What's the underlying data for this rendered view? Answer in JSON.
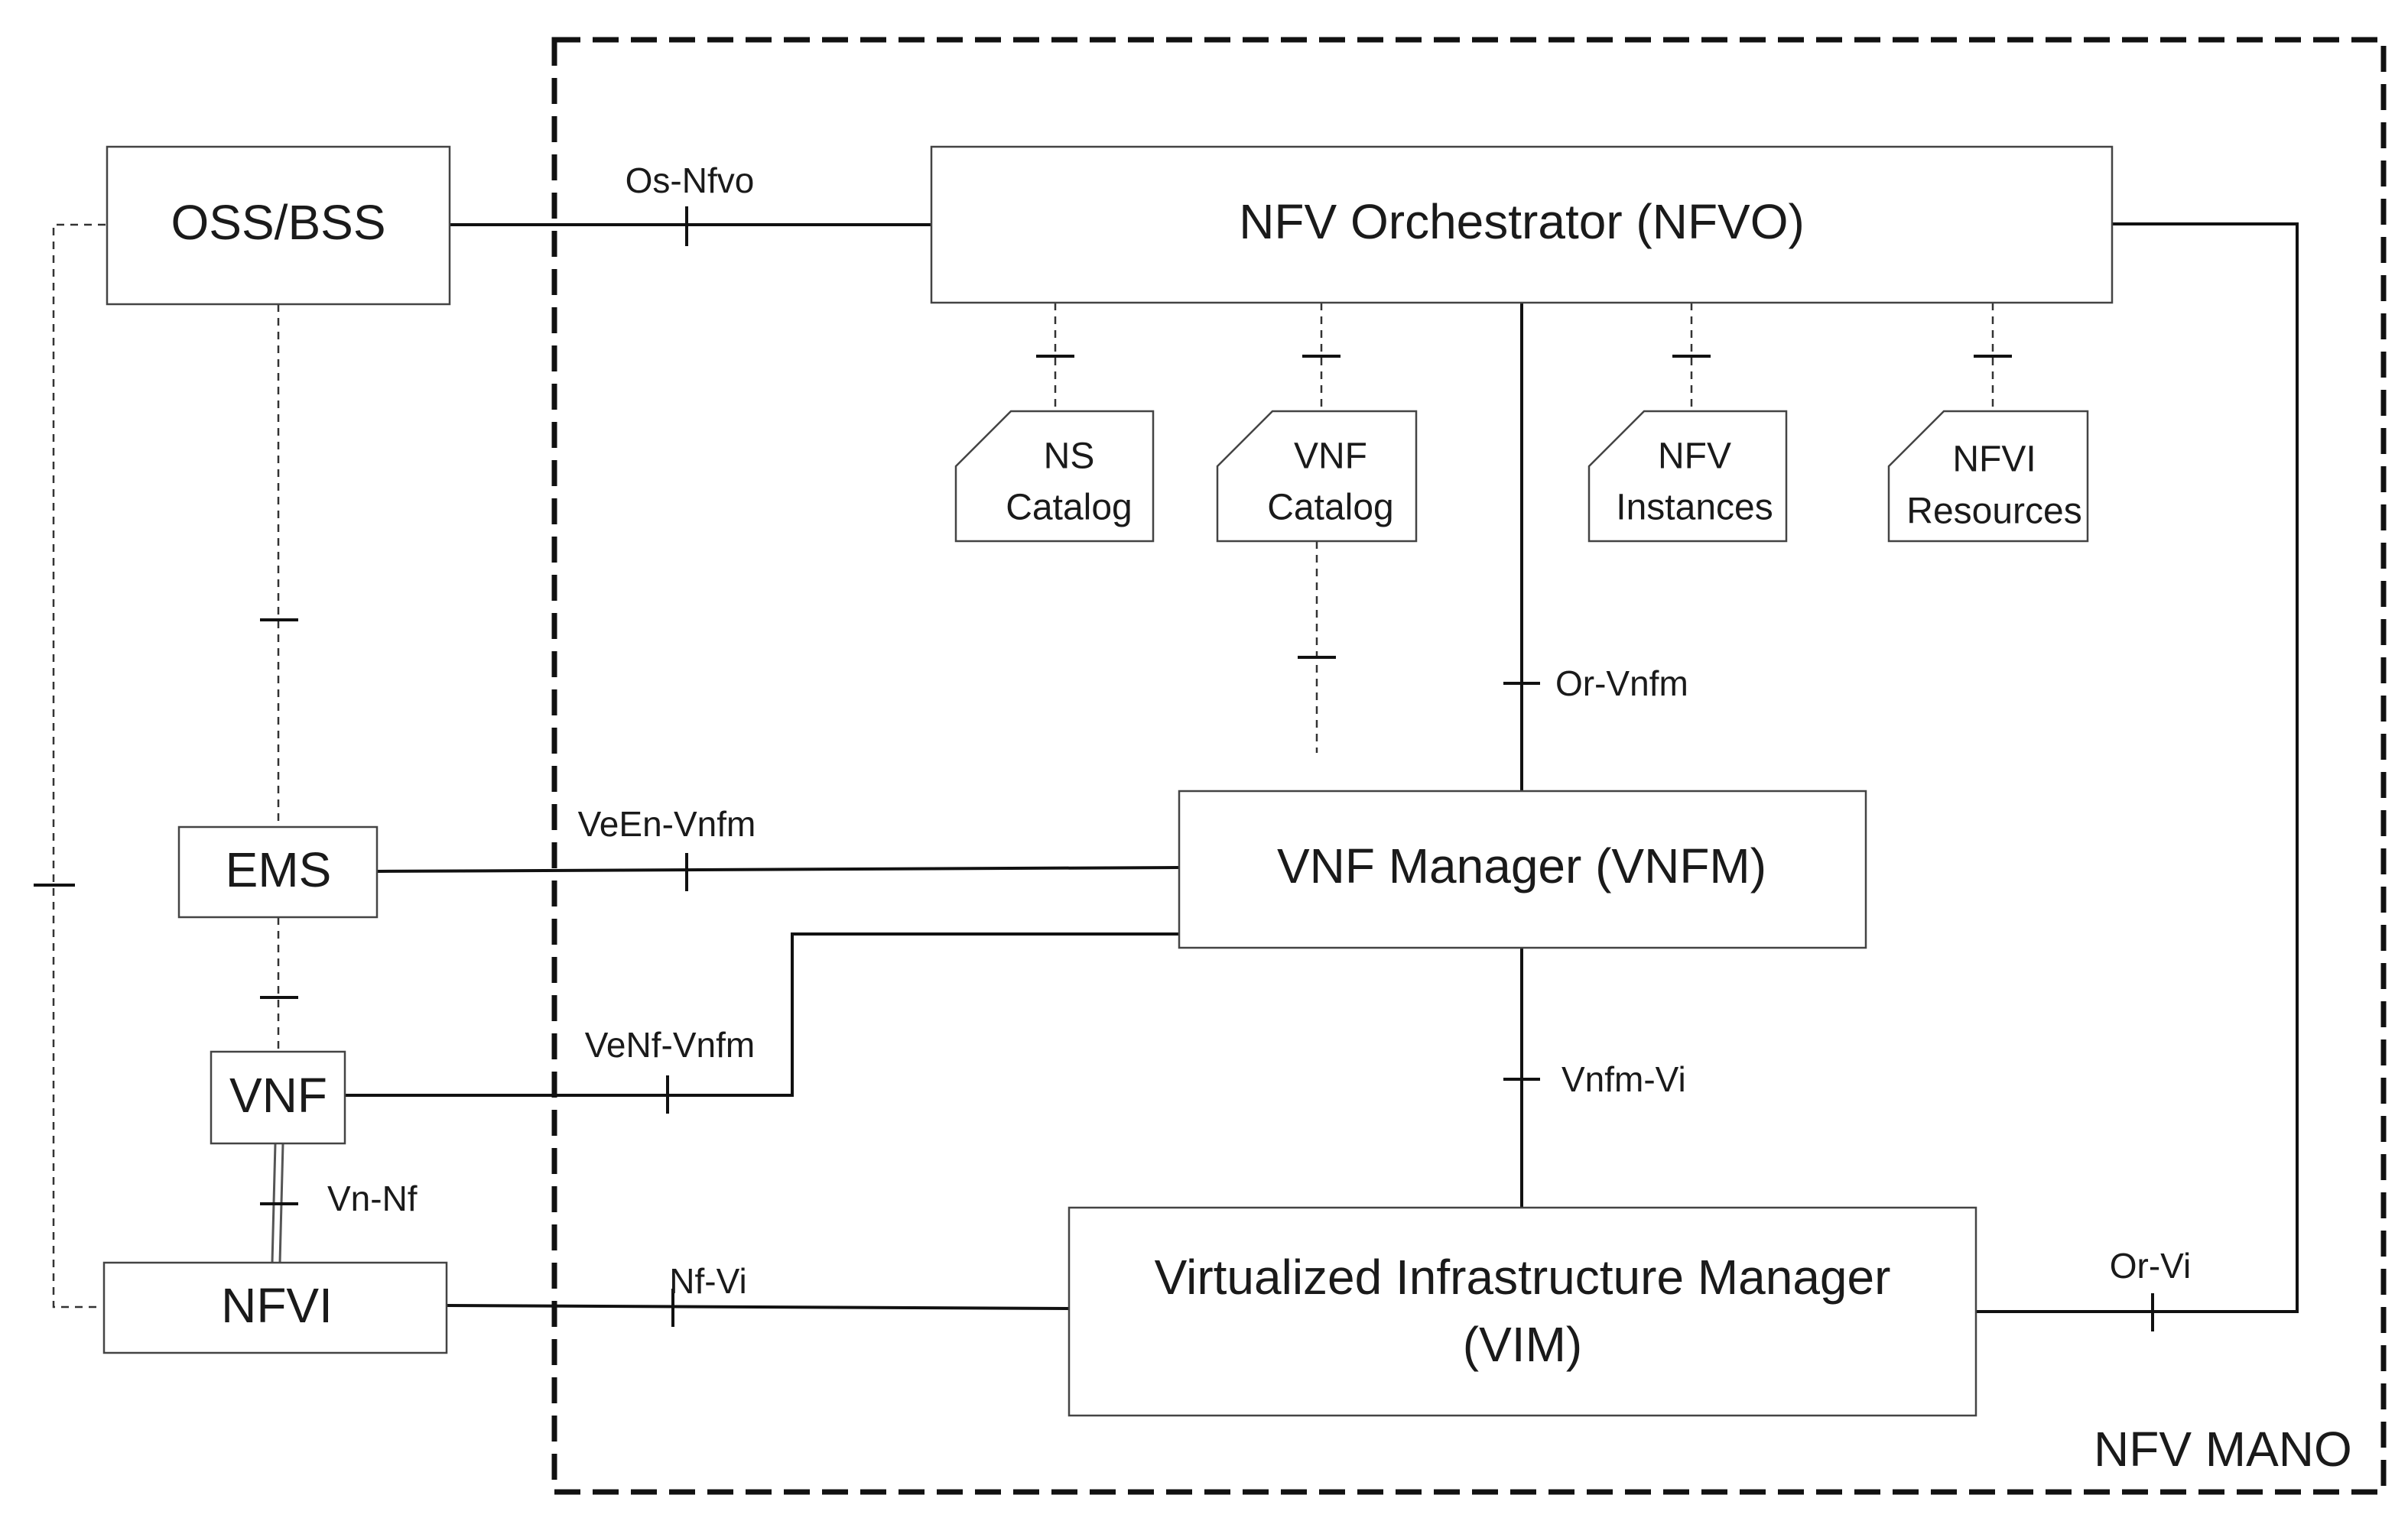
{
  "frame": {
    "label": "NFV MANO"
  },
  "blocks": {
    "oss_bss": "OSS/BSS",
    "ems": "EMS",
    "vnf": "VNF",
    "nfvi": "NFVI",
    "nfvo": "NFV Orchestrator (NFVO)",
    "vnfm": "VNF Manager (VNFM)",
    "vim_line1": "Virtualized Infrastructure Manager",
    "vim_line2": "(VIM)"
  },
  "repositories": {
    "ns_catalog": [
      "NS",
      "Catalog"
    ],
    "vnf_catalog": [
      "VNF",
      "Catalog"
    ],
    "nfv_instances": [
      "NFV",
      "Instances"
    ],
    "nfvi_resources": [
      "NFVI",
      "Resources"
    ]
  },
  "interfaces": {
    "os_nfvo": "Os-Nfvo",
    "veen_vnfm": "VeEn-Vnfm",
    "venf_vnfm": "VeNf-Vnfm",
    "nf_vi": "Nf-Vi",
    "or_vnfm": "Or-Vnfm",
    "vnfm_vi": "Vnfm-Vi",
    "or_vi": "Or-Vi",
    "vn_nf": "Vn-Nf"
  }
}
